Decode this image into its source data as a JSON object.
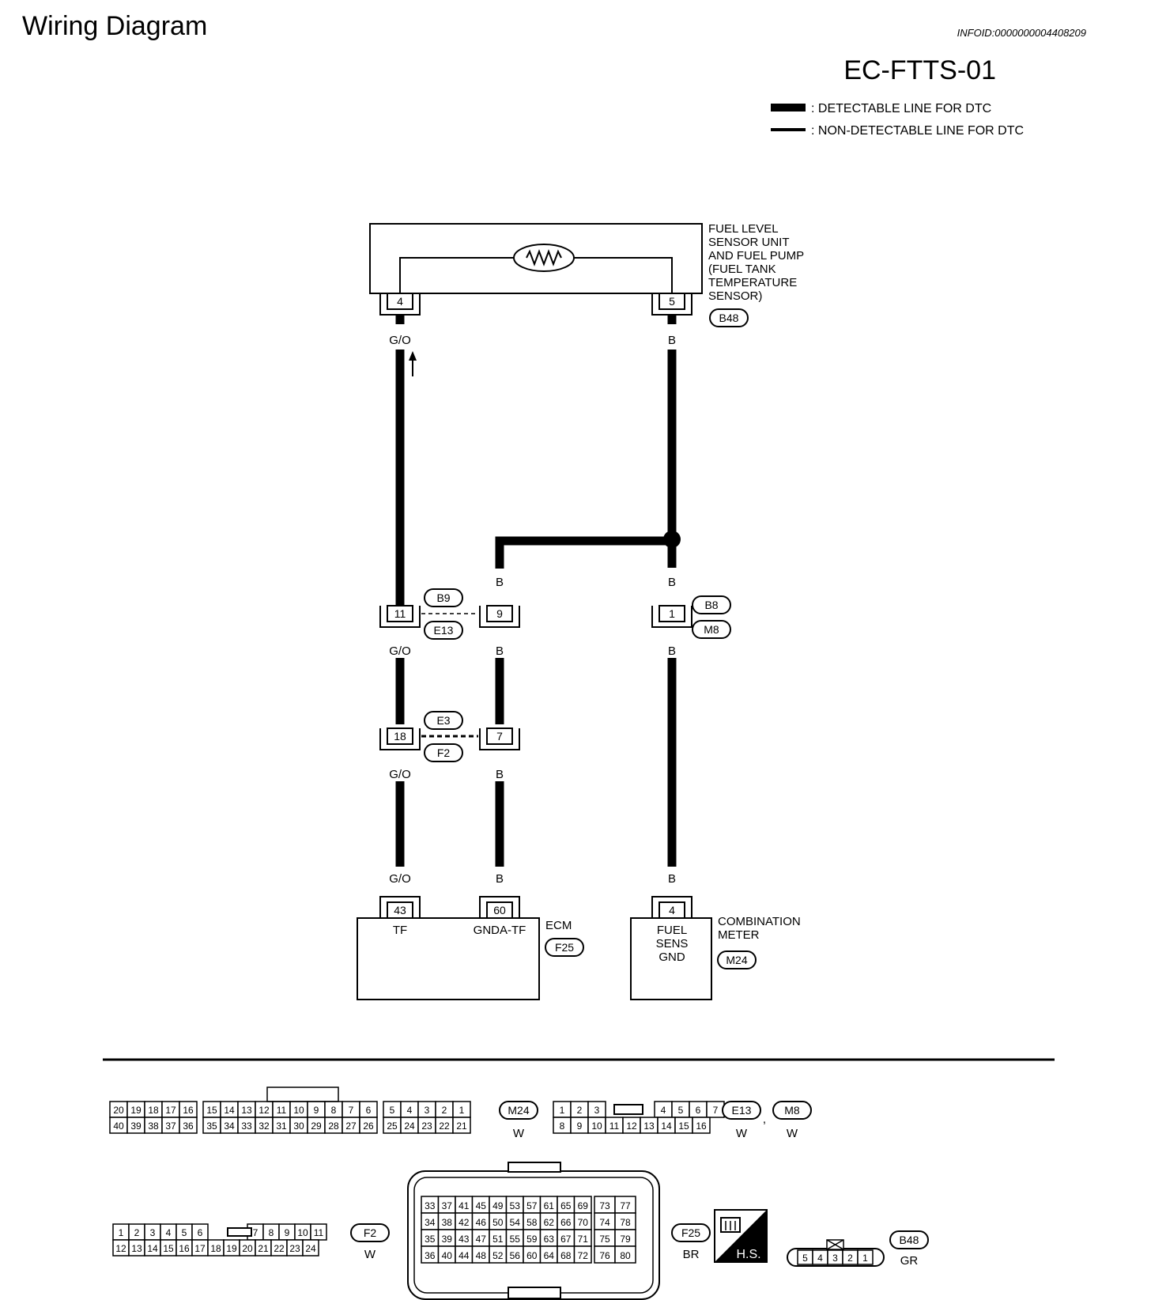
{
  "header": {
    "title": "Wiring Diagram",
    "info_id": "INFOID:0000000004408209",
    "code": "EC-FTTS-01"
  },
  "legend": {
    "detectable": ": DETECTABLE LINE FOR DTC",
    "non_detectable": ": NON-DETECTABLE LINE FOR DTC"
  },
  "sensor": {
    "name_lines": [
      "FUEL LEVEL",
      "SENSOR UNIT",
      "AND FUEL PUMP",
      "(FUEL TANK",
      "TEMPERATURE",
      "SENSOR)"
    ],
    "connector": "B48",
    "pin_left": "4",
    "pin_right": "5"
  },
  "wires": {
    "go": "G/O",
    "b": "B"
  },
  "junctions": {
    "b9": "B9",
    "e13": "E13",
    "pin_11": "11",
    "pin_9": "9",
    "b8": "B8",
    "m8": "M8",
    "pin_1": "1",
    "e3": "E3",
    "f2": "F2",
    "pin_18": "18",
    "pin_7": "7"
  },
  "ecm": {
    "name": "ECM",
    "connector": "F25",
    "pin_43": "43",
    "pin_60": "60",
    "term_tf": "TF",
    "term_gnda": "GNDA-TF"
  },
  "meter": {
    "name_lines": [
      "COMBINATION",
      "METER"
    ],
    "connector": "M24",
    "pin": "4",
    "term_lines": [
      "FUEL",
      "SENS",
      "GND"
    ]
  },
  "connector_views": {
    "m24": {
      "id": "M24",
      "color": "W",
      "top": [
        "20",
        "19",
        "18",
        "17",
        "16",
        "15",
        "14",
        "13",
        "12",
        "11",
        "10",
        "9",
        "8",
        "7",
        "6",
        "5",
        "4",
        "3",
        "2",
        "1"
      ],
      "bottom": [
        "40",
        "39",
        "38",
        "37",
        "36",
        "35",
        "34",
        "33",
        "32",
        "31",
        "30",
        "29",
        "28",
        "27",
        "26",
        "25",
        "24",
        "23",
        "22",
        "21"
      ]
    },
    "e13_m8": {
      "id1": "E13",
      "color1": "W",
      "sep": ",",
      "id2": "M8",
      "color2": "W",
      "top": [
        "1",
        "2",
        "3",
        "4",
        "5",
        "6",
        "7"
      ],
      "bottom": [
        "8",
        "9",
        "10",
        "11",
        "12",
        "13",
        "14",
        "15",
        "16"
      ]
    },
    "f2": {
      "id": "F2",
      "color": "W",
      "top": [
        "1",
        "2",
        "3",
        "4",
        "5",
        "6",
        "7",
        "8",
        "9",
        "10",
        "11"
      ],
      "bottom": [
        "12",
        "13",
        "14",
        "15",
        "16",
        "17",
        "18",
        "19",
        "20",
        "21",
        "22",
        "23",
        "24"
      ]
    },
    "f25": {
      "id": "F25",
      "color": "BR",
      "rows": [
        [
          "33",
          "37",
          "41",
          "45",
          "49",
          "53",
          "57",
          "61",
          "65",
          "69",
          "73",
          "77"
        ],
        [
          "34",
          "38",
          "42",
          "46",
          "50",
          "54",
          "58",
          "62",
          "66",
          "70",
          "74",
          "78"
        ],
        [
          "35",
          "39",
          "43",
          "47",
          "51",
          "55",
          "59",
          "63",
          "67",
          "71",
          "75",
          "79"
        ],
        [
          "36",
          "40",
          "44",
          "48",
          "52",
          "56",
          "60",
          "64",
          "68",
          "72",
          "76",
          "80"
        ]
      ]
    },
    "hs_badge": "H.S.",
    "b48": {
      "id": "B48",
      "color": "GR",
      "pins": [
        "5",
        "4",
        "3",
        "2",
        "1"
      ]
    }
  }
}
